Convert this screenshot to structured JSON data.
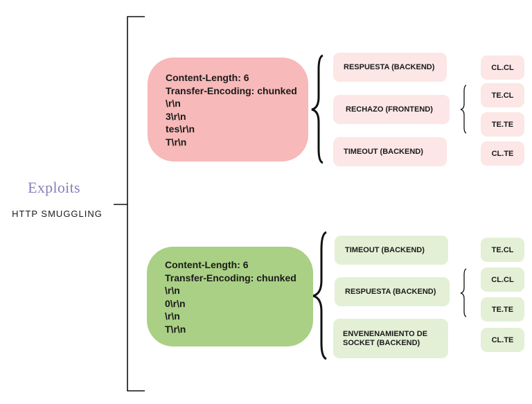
{
  "root": {
    "title": "Exploits",
    "subtitle": "HTTP SMUGGLING"
  },
  "top_branch": {
    "request_lines": [
      "Content-Length: 6",
      "Transfer-Encoding: chunked",
      "\\r\\n",
      "3\\r\\n",
      "tes\\r\\n",
      "T\\r\\n"
    ],
    "outcomes": [
      {
        "label": "RESPUESTA (BACKEND)",
        "cases": [
          "CL.CL"
        ]
      },
      {
        "label": "RECHAZO (FRONTEND)",
        "cases": [
          "TE.CL",
          "TE.TE"
        ]
      },
      {
        "label": "TIMEOUT (BACKEND)",
        "cases": [
          "CL.TE"
        ]
      }
    ]
  },
  "bottom_branch": {
    "request_lines": [
      "Content-Length: 6",
      "Transfer-Encoding: chunked",
      "\\r\\n",
      "0\\r\\n",
      "\\r\\n",
      "T\\r\\n"
    ],
    "outcomes": [
      {
        "label": "TIMEOUT (BACKEND)",
        "cases": [
          "TE.CL"
        ]
      },
      {
        "label": "RESPUESTA (BACKEND)",
        "cases": [
          "CL.CL",
          "TE.TE"
        ]
      },
      {
        "label": "ENVENENAMIENTO DE SOCKET (BACKEND)",
        "label_lines": [
          "ENVENENAMIENTO DE",
          "SOCKET (BACKEND)"
        ],
        "cases": [
          "CL.TE"
        ]
      }
    ]
  },
  "colors": {
    "title": "#8a7fb8",
    "red_box": "#f7b9b9",
    "red_pill": "#fce6e6",
    "green_box": "#a9d084",
    "green_pill": "#e3f0d6"
  }
}
